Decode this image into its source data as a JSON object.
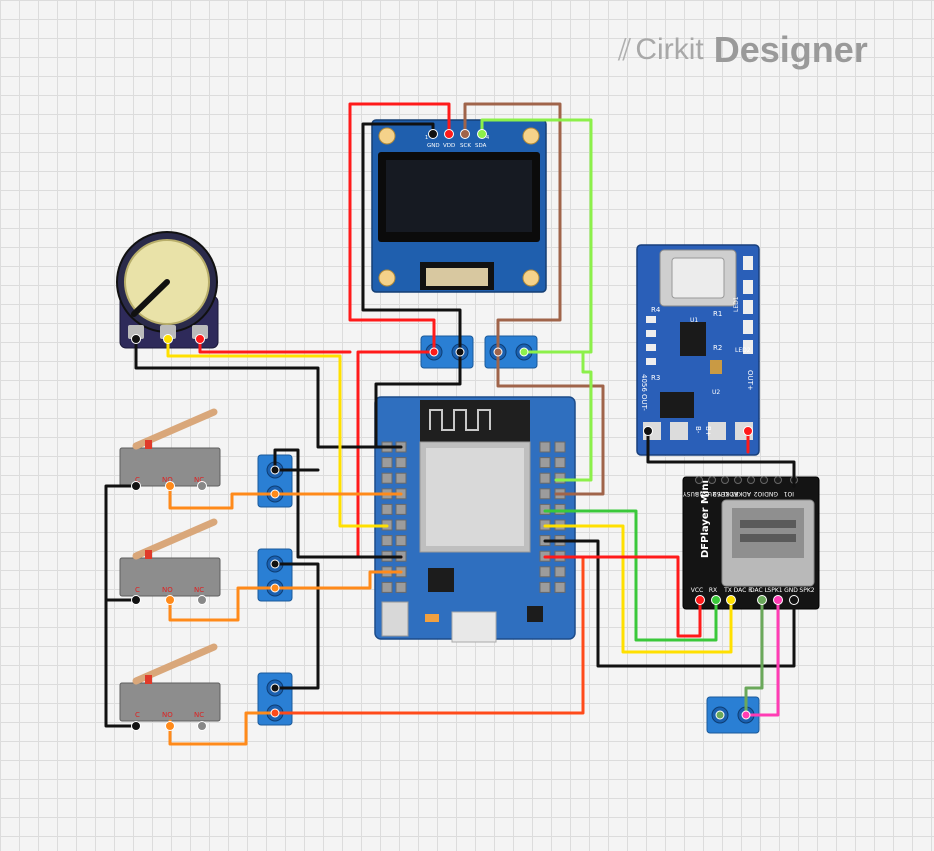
{
  "brand": {
    "mark": "⫽",
    "word1": "Cirkit",
    "word2": "Designer"
  },
  "oled": {
    "pins": [
      "GND",
      "VDD",
      "SCK",
      "SDA"
    ],
    "pin_numbers": [
      "1",
      "4"
    ]
  },
  "charger": {
    "silk": [
      "R4",
      "R1",
      "R2",
      "R3",
      "LED1",
      "U1",
      "U2",
      "LED2",
      "4056",
      "OUT-",
      "OUT+",
      "B-",
      "B+"
    ]
  },
  "dfplayer": {
    "title": "DFPlayer Mini",
    "top_pins": [
      "BUSY",
      "USB -",
      "USB +",
      "ADKEY 2",
      "ADKEY 1",
      "IO2",
      "GND",
      "IO1"
    ],
    "bottom_pins": [
      "VCC",
      "RX",
      "TX",
      "DAC R",
      "DAC L",
      "SPK1",
      "GND",
      "SPK2"
    ]
  },
  "switches": [
    {
      "pins": [
        "C",
        "NO",
        "NC"
      ]
    },
    {
      "pins": [
        "C",
        "NO",
        "NC"
      ]
    },
    {
      "pins": [
        "C",
        "NO",
        "NC"
      ]
    }
  ],
  "colors": {
    "wire_red": "#ff1a1a",
    "wire_black": "#111111",
    "wire_orange": "#ff8a1a",
    "wire_yellow": "#ffe000",
    "wire_brown": "#a0644a",
    "wire_lime": "#8cf04a",
    "wire_green": "#3ac83a",
    "wire_pink": "#ff3cb4",
    "wire_olive": "#6aa85a",
    "board_blue": "#2f6fbf",
    "terminal_blue": "#2a7fd4"
  }
}
